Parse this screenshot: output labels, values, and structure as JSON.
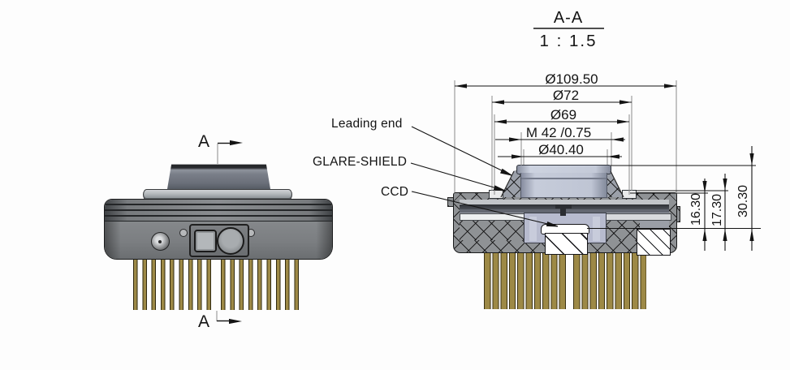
{
  "drawing": {
    "section_view": {
      "title": "A-A",
      "scale": "1 : 1.5"
    },
    "section_marker": {
      "letter_top": "A",
      "letter_bottom": "A"
    },
    "callouts": {
      "leading_end": "Leading end",
      "glare_shield": "GLARE-SHIELD",
      "ccd": "CCD"
    },
    "dimensions": {
      "outer_diameter": "Ø109.50",
      "mount_recess_diameter": "Ø72",
      "glare_shield_diameter": "Ø69",
      "lens_thread": "M 42 /0.75",
      "bore_diameter": "Ø40.40",
      "height_body": "16.30",
      "height_flange": "17.30",
      "height_overall": "30.30"
    },
    "colors": {
      "line": "#141414",
      "section_gray": "#8f9295",
      "shield_gray": "#9ba0a9",
      "cavity_lavender": "#b7bbce",
      "pin_gold": "#9d8946",
      "ccd_white": "#ffffff"
    }
  }
}
